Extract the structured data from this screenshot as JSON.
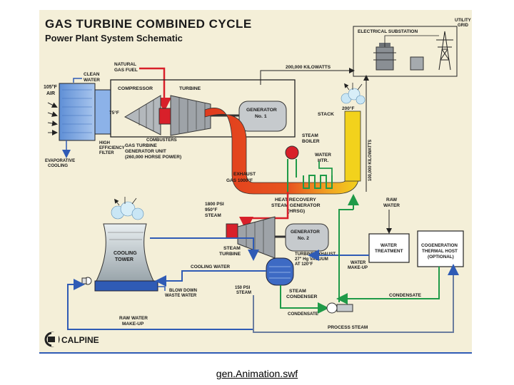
{
  "title": "GAS TURBINE COMBINED CYCLE",
  "subtitle": "Power Plant System Schematic",
  "labels": {
    "electrical_substation": "ELECTRICAL SUBSTATION",
    "utility_grid_1": "UTILITY",
    "utility_grid_2": "GRID",
    "kw_top": "200,000 KILOWATTS",
    "kw_side": "100,000 KILOWATTS",
    "natural_gas_1": "NATURAL",
    "natural_gas_2": "GAS FUEL",
    "clean_water_1": "CLEAN",
    "clean_water_2": "WATER",
    "air_temp": "105°F",
    "air": "AIR",
    "compressor": "COMPRESSOR",
    "turbine": "TURBINE",
    "temp_75": "75°F",
    "generator_no1_1": "GENERATOR",
    "generator_no1_2": "No. 1",
    "combusters": "COMBUSTERS",
    "stack": "STACK",
    "stack_temp": "200°F",
    "steam_boiler_1": "STEAM",
    "steam_boiler_2": "BOILER",
    "water_htr_1": "WATER",
    "water_htr_2": "HTR.",
    "high_eff_1": "HIGH",
    "high_eff_2": "EFFICIENCY",
    "high_eff_3": "FILTER",
    "gt_unit_1": "GAS TURBINE",
    "gt_unit_2": "GENERATOR UNIT",
    "gt_unit_3": "(260,000 HORSE POWER)",
    "evap_1": "EVAPORATIVE",
    "evap_2": "COOLING",
    "exhaust_1": "EXHAUST",
    "exhaust_2": "GAS 1000°F",
    "hrsg_1": "HEAT RECOVERY",
    "hrsg_2": "STEAM GENERATOR",
    "hrsg_3": "(HRSG)",
    "steam_1800_1": "1800 PSI",
    "steam_1800_2": "950°F",
    "steam_1800_3": "STEAM",
    "raw_water_1": "RAW",
    "raw_water_2": "WATER",
    "generator_no2_1": "GENERATOR",
    "generator_no2_2": "No. 2",
    "cooling_tower_1": "COOLING",
    "cooling_tower_2": "TOWER",
    "steam_turbine_1": "STEAM",
    "steam_turbine_2": "TURBINE",
    "turbine_exhaust_1": "TURBINE EXHAUST",
    "turbine_exhaust_2": "27\" Hg VACUUM",
    "turbine_exhaust_3": "AT 120°F",
    "water_treatment_1": "WATER",
    "water_treatment_2": "TREATMENT",
    "cogen_1": "COGENERATION",
    "cogen_2": "THERMAL HOST",
    "cogen_3": "(OPTIONAL)",
    "cooling_water": "COOLING WATER",
    "water_makeup_1": "WATER",
    "water_makeup_2": "MAKE-UP",
    "blow_down_1": "BLOW DOWN",
    "blow_down_2": "WASTE WATER",
    "steam_150_1": "150 PSI",
    "steam_150_2": "STEAM",
    "steam_condenser_1": "STEAM",
    "steam_condenser_2": "CONDENSER",
    "condensate_right": "CONDENSATE",
    "condensate_bottom": "CONDENSATE",
    "raw_water_makeup_1": "RAW WATER",
    "raw_water_makeup_2": "MAKE-UP",
    "process_steam": "PROCESS STEAM",
    "logo": "CALPINE"
  },
  "caption": "gen.Animation.swf",
  "colors": {
    "background": "#f4efd8",
    "hot_gas": "#e03a1e",
    "warm_gas": "#f2a323",
    "stack_gas": "#f2d21c",
    "water": "#2f5bb5",
    "steam_green": "#1f9a48",
    "fuel": "#d8202a",
    "machine_gray": "#9ea3a8"
  }
}
